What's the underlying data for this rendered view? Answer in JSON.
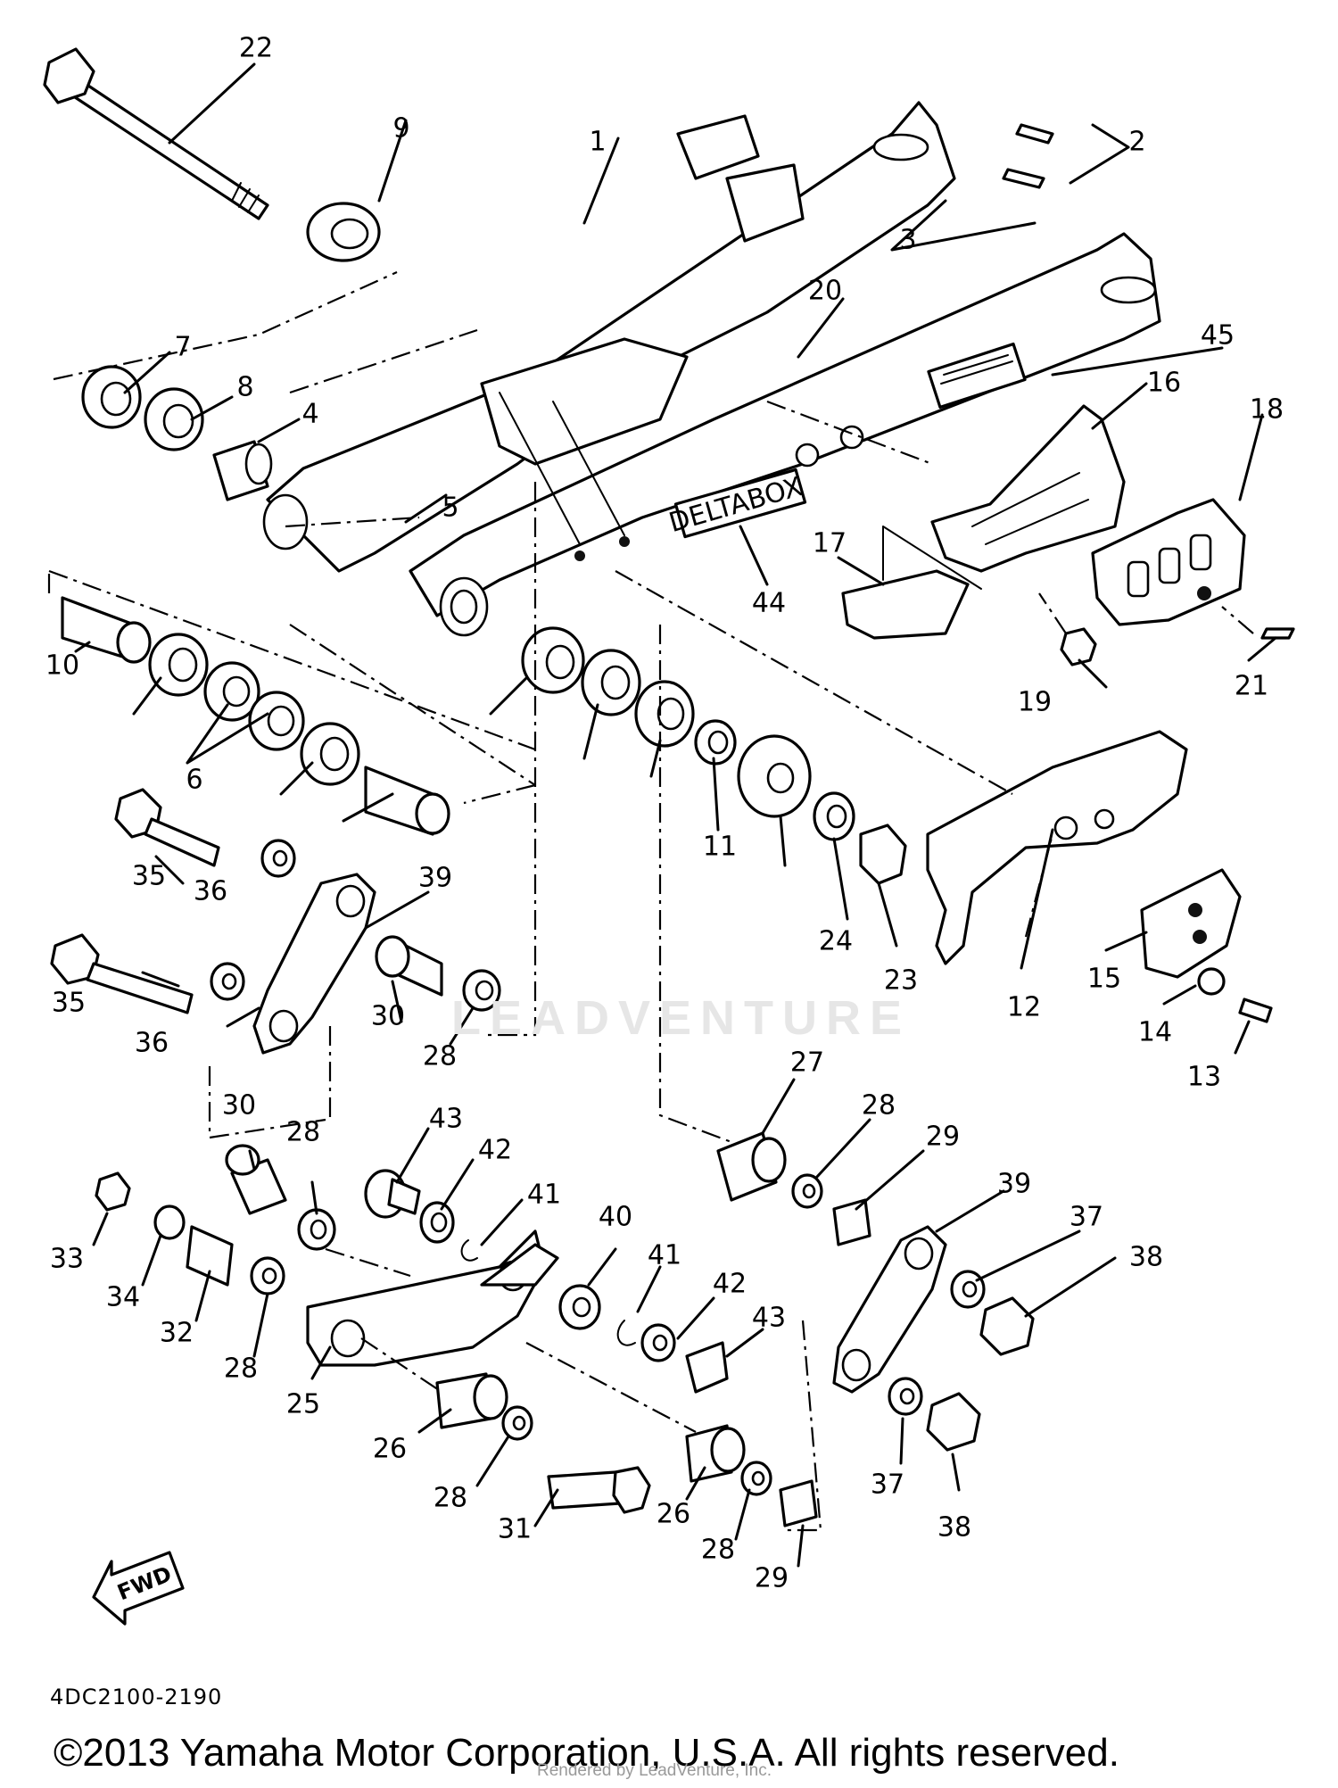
{
  "diagram": {
    "code": "4DC2100-2190",
    "copyright": "©2013 Yamaha Motor Corporation, U.S.A. All rights reserved.",
    "rendered_by": "Rendered by LeadVenture, Inc.",
    "watermark": "LEADVENTURE",
    "arrow_label": "FWD",
    "frame_plate_label": "DELTABOX",
    "part_numbers": [
      "1",
      "2",
      "3",
      "4",
      "5",
      "6",
      "7",
      "8",
      "9",
      "10",
      "11",
      "12",
      "13",
      "14",
      "15",
      "16",
      "17",
      "18",
      "19",
      "20",
      "21",
      "22",
      "23",
      "24",
      "25",
      "26",
      "27",
      "28",
      "29",
      "30",
      "31",
      "32",
      "33",
      "34",
      "35",
      "36",
      "37",
      "38",
      "39",
      "40",
      "41",
      "42",
      "43",
      "44",
      "45"
    ]
  }
}
